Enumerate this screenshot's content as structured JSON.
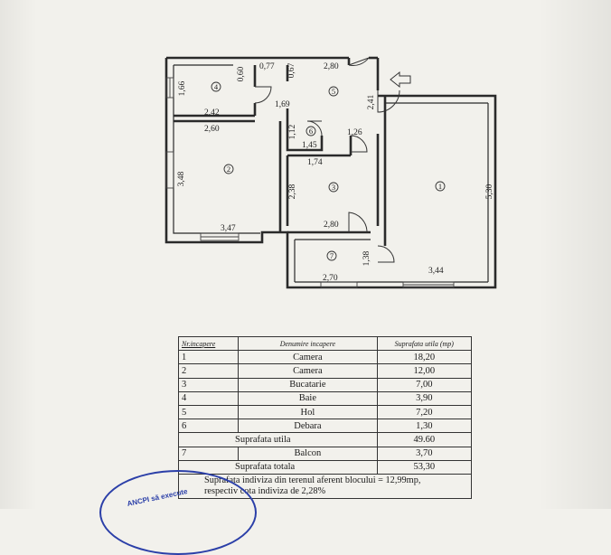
{
  "floor_plan": {
    "dimensions": [
      "0,60",
      "0,77",
      "0,67",
      "2,80",
      "1,66",
      "2,41",
      "1,69",
      "2,42",
      "2,60",
      "1,12",
      "1,26",
      "1,45",
      "1,74",
      "3,48",
      "2,38",
      "5,30",
      "3,47",
      "2,80",
      "1,38",
      "2,70",
      "3,44"
    ],
    "room_numbers": [
      "1",
      "2",
      "3",
      "4",
      "5",
      "6",
      "7"
    ]
  },
  "table": {
    "headers": {
      "nr": "Nr.incapere",
      "name": "Denumire incapere",
      "area": "Suprafata utila (mp)"
    },
    "rows": [
      {
        "nr": "1",
        "name": "Camera",
        "area": "18,20"
      },
      {
        "nr": "2",
        "name": "Camera",
        "area": "12,00"
      },
      {
        "nr": "3",
        "name": "Bucatarie",
        "area": "7,00"
      },
      {
        "nr": "4",
        "name": "Baie",
        "area": "3,90"
      },
      {
        "nr": "5",
        "name": "Hol",
        "area": "7,20"
      },
      {
        "nr": "6",
        "name": "Debara",
        "area": "1,30"
      }
    ],
    "useful_label": "Suprafata utila",
    "useful_value": "49.60",
    "balcony": {
      "nr": "7",
      "name": "Balcon",
      "area": "3,70"
    },
    "total_label": "Suprafata totala",
    "total_value": "53,30",
    "note_line1": "Suprafata indiviza din terenul aferent blocului = 12,99mp,",
    "note_line2": "respectiv cota indiviza de 2,28%"
  },
  "stamp": {
    "text": "ANCPI să execute"
  },
  "colors": {
    "stamp": "#2b3fa8",
    "paper": "#f2f1ec",
    "ink": "#222222"
  }
}
